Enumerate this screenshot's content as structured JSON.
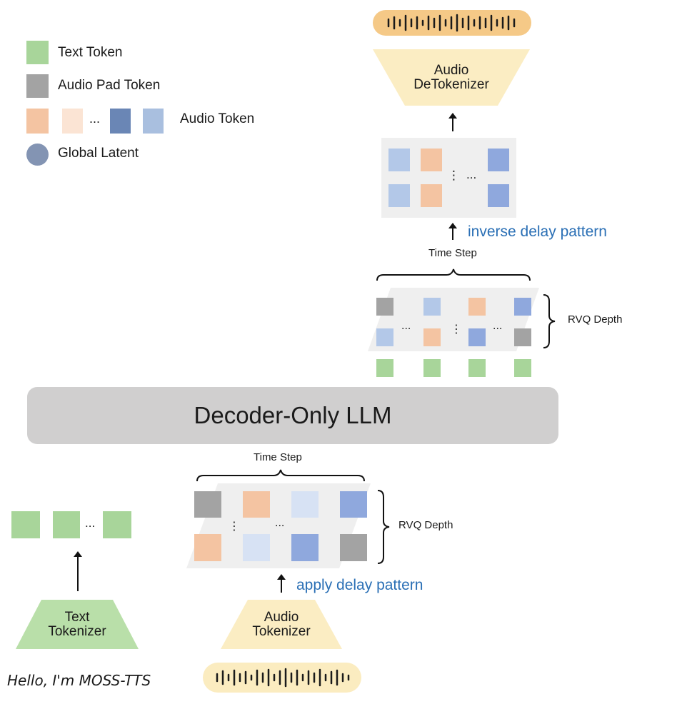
{
  "legend": {
    "text_token": "Text Token",
    "audio_pad_token": "Audio Pad Token",
    "audio_token": "Audio Token",
    "global_latent": "Global Latent",
    "ellipsis": "..."
  },
  "output": {
    "detokenizer_line1": "Audio",
    "detokenizer_line2": "DeTokenizer",
    "inverse_delay": "inverse delay pattern",
    "time_step": "Time Step",
    "rvq_depth": "RVQ Depth",
    "dots_h": "...",
    "dots_v": "⋮"
  },
  "llm": {
    "label": "Decoder-Only LLM"
  },
  "input": {
    "time_step": "Time Step",
    "rvq_depth": "RVQ Depth",
    "apply_delay": "apply delay pattern",
    "text_tokenizer_line1": "Text",
    "text_tokenizer_line2": "Tokenizer",
    "audio_tokenizer_line1": "Audio",
    "audio_tokenizer_line2": "Tokenizer",
    "input_text": "Hello, I'm MOSS-TTS",
    "dots_h": "...",
    "dots_v": "⋮"
  },
  "colors": {
    "text_token": "#a8d59a",
    "pad_token": "#a3a3a3",
    "audio_orange": "#f4c4a2",
    "audio_peach": "#fbe4d4",
    "audio_dark_blue": "#6a86b5",
    "audio_light_blue": "#a9bfdf",
    "global_latent": "#8394b3",
    "llm_box": "#d0cfcf",
    "label_blue": "#2a6fb5",
    "waveform_bg": "#f5c987",
    "waveform_bg_light": "#fbecc0"
  }
}
